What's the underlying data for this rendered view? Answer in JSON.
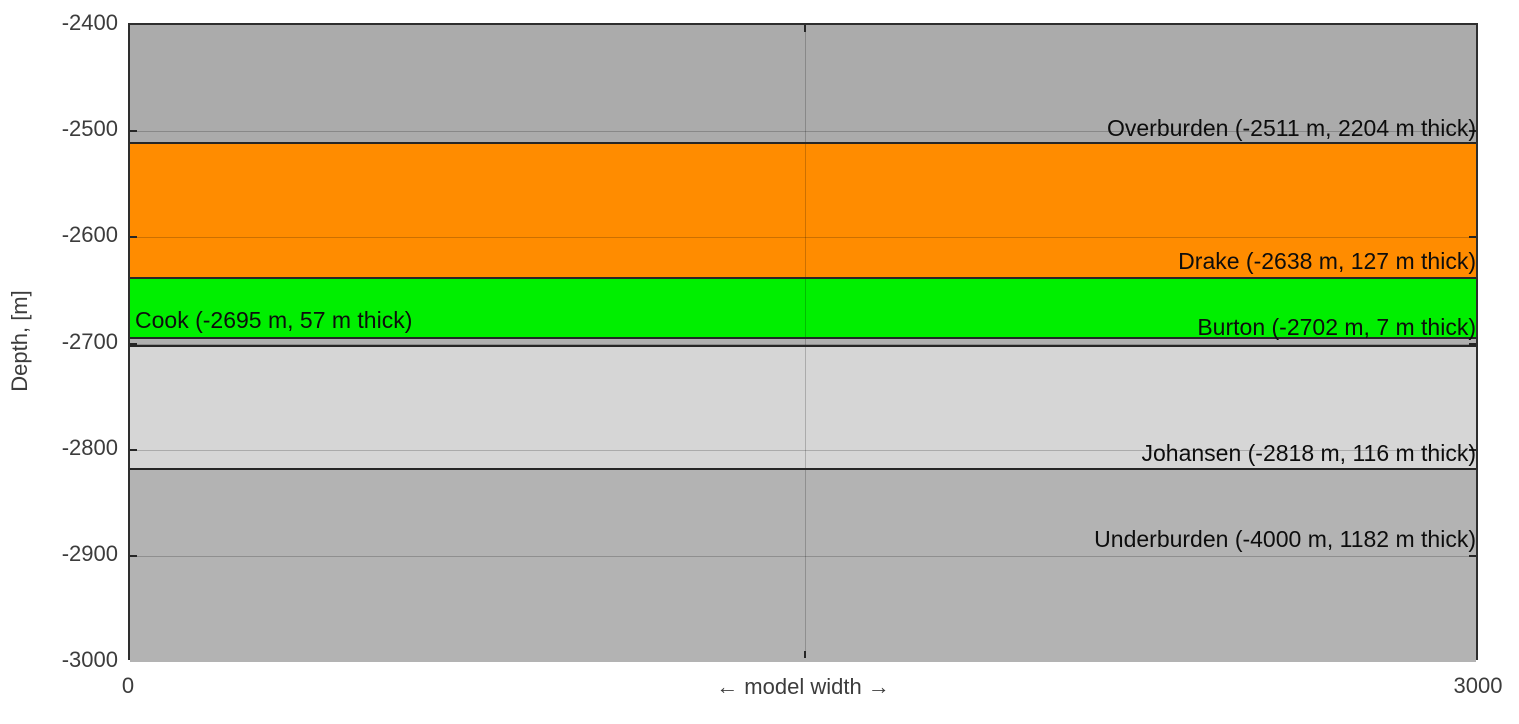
{
  "chart_data": {
    "type": "area",
    "subtype": "stratigraphic-depth-layers",
    "title": "",
    "xlabel": "← model width →",
    "ylabel": "Depth, [m]",
    "xlim": [
      0,
      3000
    ],
    "ylim": [
      -3000,
      -2400
    ],
    "grid": true,
    "x_tick_labels": [
      {
        "value": 0,
        "label": "0"
      },
      {
        "value": 3000,
        "label": "3000"
      }
    ],
    "x_grid_values": [
      1500
    ],
    "y_ticks": [
      {
        "value": -2400,
        "label": "-2400"
      },
      {
        "value": -2500,
        "label": "-2500"
      },
      {
        "value": -2600,
        "label": "-2600"
      },
      {
        "value": -2700,
        "label": "-2700"
      },
      {
        "value": -2800,
        "label": "-2800"
      },
      {
        "value": -2900,
        "label": "-2900"
      },
      {
        "value": -3000,
        "label": "-3000"
      }
    ],
    "layers": [
      {
        "name": "Overburden",
        "top_depth": -2400,
        "base_depth": -2511,
        "thickness_m": 2204,
        "color": "#ababab",
        "label": "Overburden (-2511 m, 2204 m thick)",
        "label_depth": -2499,
        "label_align": "right"
      },
      {
        "name": "Drake",
        "top_depth": -2511,
        "base_depth": -2638,
        "thickness_m": 127,
        "color": "#ff8c00",
        "label": "Drake (-2638 m, 127 m thick)",
        "label_depth": -2624,
        "label_align": "right"
      },
      {
        "name": "Cook",
        "top_depth": -2638,
        "base_depth": -2695,
        "thickness_m": 57,
        "color": "#00ef00",
        "label": "Cook (-2695 m, 57 m thick)",
        "label_depth": -2680,
        "label_align": "left"
      },
      {
        "name": "Burton",
        "top_depth": -2695,
        "base_depth": -2702,
        "thickness_m": 7,
        "color": "#b0b0b0",
        "label": "Burton (-2702 m, 7 m thick)",
        "label_depth": -2686,
        "label_align": "right"
      },
      {
        "name": "Johansen",
        "top_depth": -2702,
        "base_depth": -2818,
        "thickness_m": 116,
        "color": "#d6d6d6",
        "label": "Johansen (-2818 m, 116 m thick)",
        "label_depth": -2805,
        "label_align": "right"
      },
      {
        "name": "Underburden",
        "top_depth": -2818,
        "base_depth": -4000,
        "thickness_m": 1182,
        "color": "#b3b3b3",
        "label": "Underburden (-4000 m, 1182 m thick)",
        "label_depth": -2886,
        "label_align": "right"
      }
    ]
  },
  "style_colors": {
    "axis_border": "#2e2e2e",
    "boundary_line": "#262626",
    "tick_label_text": "#3c3c3c",
    "annotation_text": "#0d0d0d",
    "background": "#ffffff"
  }
}
